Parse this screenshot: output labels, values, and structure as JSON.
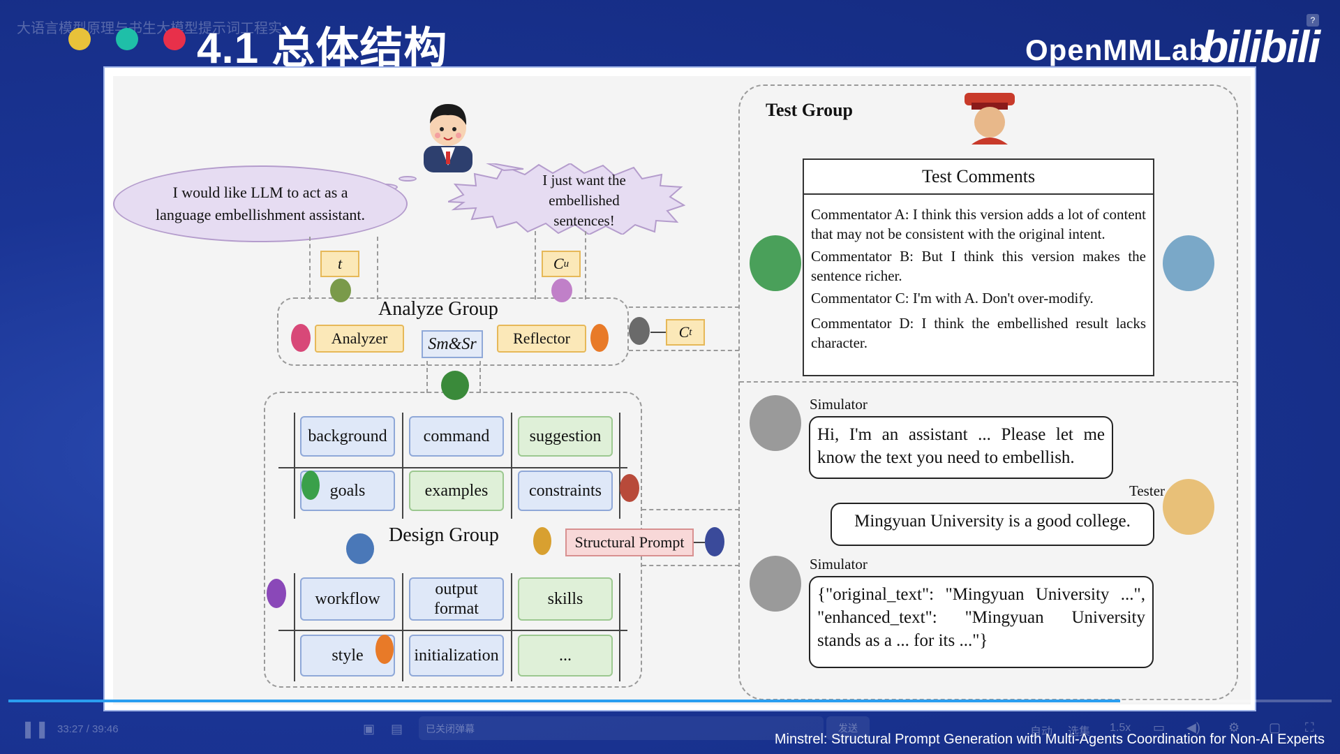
{
  "watermark": "大语言模型原理与书生大模型提示词工程实",
  "header": {
    "title": "4.1 总体结构",
    "brand": "OpenMMLab",
    "platform_logo": "bilibili",
    "dots": [
      "#e8c23a",
      "#1fbfa8",
      "#e8304a"
    ]
  },
  "figure": {
    "user_thought": "I would like LLM to act as a language embellishment assistant.",
    "user_speech": "I just want the embellished sentences!",
    "tag_t": "t",
    "tag_cu": "Cu",
    "tag_ct": "Ct",
    "analyze_group": {
      "title": "Analyze Group",
      "analyzer": "Analyzer",
      "reflector": "Reflector",
      "sym": "Sm&Sr"
    },
    "prompt_grid_top": {
      "row1": [
        "background",
        "command",
        "suggestion"
      ],
      "row2": [
        "goals",
        "examples",
        "constraints"
      ]
    },
    "design_group": {
      "title": "Design Group",
      "structural_prompt": "Structural Prompt"
    },
    "prompt_grid_bottom": {
      "row1": [
        "workflow",
        "output format",
        "skills"
      ],
      "row2": [
        "style",
        "initialization",
        "..."
      ]
    },
    "test_group": {
      "title": "Test Group",
      "comments_title": "Test Comments",
      "comments": [
        "Commentator A: I think this version adds a lot of content that may not be consistent with the original intent.",
        "Commentator B: But I think this version makes the sentence richer.",
        "Commentator C: I'm with A. Don't over-modify.",
        "Commentator D: I think the embellished result lacks character."
      ]
    },
    "dialogue": {
      "simulator_label": "Simulator",
      "tester_label": "Tester",
      "simulator_msg_1": "Hi, I'm an assistant ... Please let me know the text you need to embellish.",
      "tester_msg": "Mingyuan University is a good college.",
      "simulator_msg_2": "{\"original_text\": \"Mingyuan University ...\", \"enhanced_text\": \"Mingyuan University stands as a ... for its ...\"}"
    }
  },
  "player": {
    "time": "33:27 / 39:46",
    "danmaku_placeholder": "已关闭弹幕",
    "send": "发送",
    "auto": "自动",
    "episodes": "选集",
    "speed": "1.5x",
    "progress": 0.84,
    "accent": "#2a9ef0"
  },
  "caption": "Minstrel: Structural Prompt Generation with Multi-Agents Coordination for Non-AI Experts"
}
